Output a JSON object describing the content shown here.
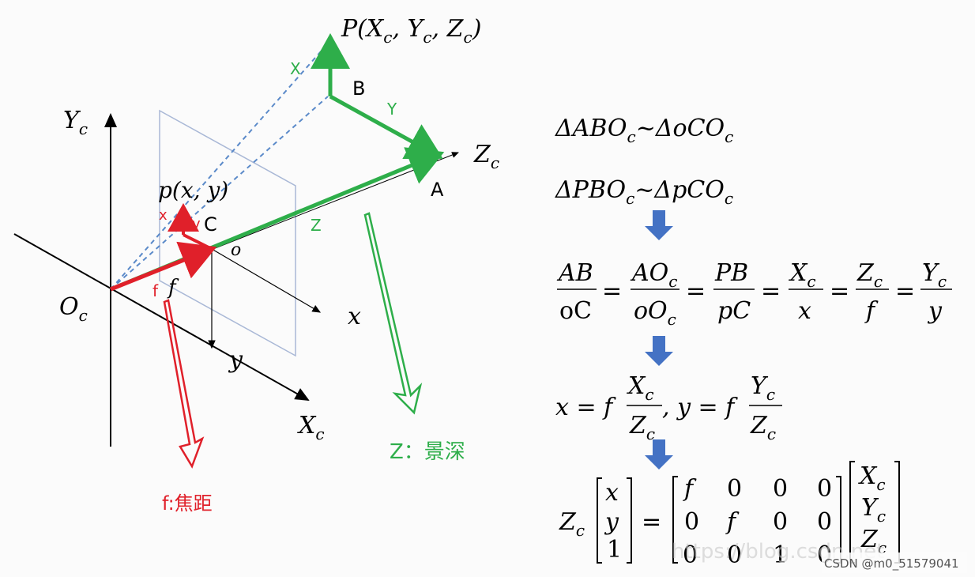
{
  "labels": {
    "Yc_axis": {
      "main": "Y",
      "sub": "c"
    },
    "Oc": {
      "main": "O",
      "sub": "c"
    },
    "Xc_axis": {
      "main": "X",
      "sub": "c"
    },
    "Zc_axis": {
      "main": "Z",
      "sub": "c"
    },
    "x_axis": "x",
    "y_axis": "y",
    "o_point": "o",
    "C_point": "C",
    "A_point": "A",
    "B_point": "B",
    "P_point": "P(X",
    "P_point_full": [
      "P(",
      "X",
      "c",
      ", ",
      "Y",
      "c",
      ", ",
      "Z",
      "c",
      ")"
    ],
    "p_point": "p(x, y)",
    "f_italic": "f",
    "f_red": "f",
    "x_red": "x",
    "y_red": "y",
    "X_green": "X",
    "Y_green": "Y",
    "Z_green": "Z",
    "Z_depth": "Z：景深",
    "f_focal": "f:焦距"
  },
  "equations": {
    "sim1": [
      "ΔABO",
      "c",
      "~ΔoCO",
      "c"
    ],
    "sim2": [
      "ΔPBO",
      "c",
      "~ΔpCO",
      "c"
    ],
    "ratio_nums": [
      "AB",
      "AO",
      "PB",
      "X",
      "Z",
      "Y"
    ],
    "ratio_num_subs": [
      "",
      "c",
      "",
      "c",
      "c",
      "c"
    ],
    "ratio_dens": [
      "oC",
      "oO",
      "pC",
      "x",
      "f",
      "y"
    ],
    "ratio_den_subs": [
      "",
      "c",
      "",
      "",
      "",
      ""
    ],
    "proj_x": [
      "x = f",
      "X",
      "c",
      "Z",
      "c"
    ],
    "proj_y": [
      ", y = f",
      "Y",
      "c",
      "Z",
      "c"
    ],
    "matrix_lead": [
      "Z",
      "c"
    ],
    "vec_left": [
      "x",
      "y",
      "1"
    ],
    "mat_rows": [
      [
        "f",
        "0",
        "0",
        "0"
      ],
      [
        "0",
        "f",
        "0",
        "0"
      ],
      [
        "0",
        "0",
        "1",
        "0"
      ]
    ],
    "vec_right": [
      [
        "X",
        "c"
      ],
      [
        "Y",
        "c"
      ],
      [
        "Z",
        "c"
      ]
    ]
  },
  "watermark": {
    "url": "https://blog.csdn.net",
    "credit": "CSDN @m0_51579041"
  },
  "colors": {
    "green": "#2eae4a",
    "red": "#e0202a",
    "blue_dash": "#5b8ac9",
    "plane": "#a9b8d6",
    "arrow_blue": "#4472c4"
  }
}
